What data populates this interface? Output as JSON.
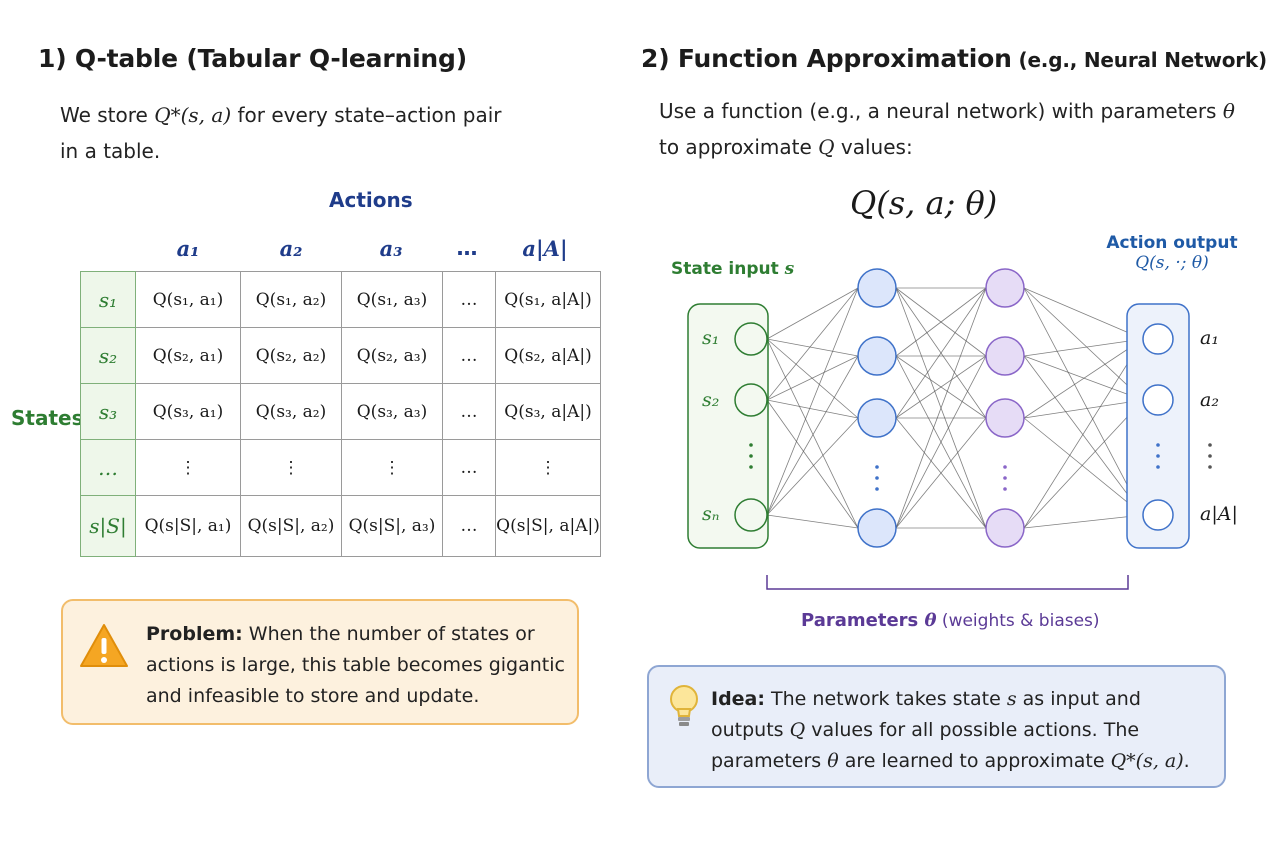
{
  "left": {
    "title": "1) Q-table (Tabular Q-learning)",
    "intro_pre": "We store ",
    "intro_math": "Q*(s, a)",
    "intro_post": " for every state–action pair",
    "intro_line2": "in a table.",
    "actions_title": "Actions",
    "states_label": "States",
    "action_headers": [
      "a₁",
      "a₂",
      "a₃",
      "…",
      "a|A|"
    ],
    "rows": [
      {
        "state": "s₁",
        "cells": [
          "Q(s₁, a₁)",
          "Q(s₁, a₂)",
          "Q(s₁, a₃)",
          "…",
          "Q(s₁, a|A|)"
        ]
      },
      {
        "state": "s₂",
        "cells": [
          "Q(s₂, a₁)",
          "Q(s₂, a₂)",
          "Q(s₂, a₃)",
          "…",
          "Q(s₂, a|A|)"
        ]
      },
      {
        "state": "s₃",
        "cells": [
          "Q(s₃, a₁)",
          "Q(s₃, a₂)",
          "Q(s₃, a₃)",
          "…",
          "Q(s₃, a|A|)"
        ]
      },
      {
        "state": "…",
        "cells": [
          "⋮",
          "⋮",
          "⋮",
          "…",
          "⋮"
        ]
      },
      {
        "state": "s|S|",
        "cells": [
          "Q(s|S|, a₁)",
          "Q(s|S|, a₂)",
          "Q(s|S|, a₃)",
          "…",
          "Q(s|S|, a|A|)"
        ]
      }
    ],
    "problem_label": "Problem:",
    "problem_text": " When the number of states or actions is large, this table becomes gigantic and infeasible to store and update.",
    "warning_icon": "warning-triangle-icon"
  },
  "right": {
    "title": "2) Function Approximation",
    "title_small": " (e.g., Neural Network)",
    "intro_line1_pre": "Use a function (e.g., a neural network) with parameters ",
    "intro_line1_math": "θ",
    "intro_line2_pre": "to approximate ",
    "intro_line2_math": "Q",
    "intro_line2_post": " values:",
    "formula": "Q(s, a; θ)",
    "state_input_label": "State input ",
    "state_input_math": "s",
    "action_output_label": "Action output",
    "action_output_math": "Q(s, ·; θ)",
    "input_labels": [
      "s₁",
      "s₂",
      "sₙ"
    ],
    "output_labels": [
      "a₁",
      "a₂",
      "a|A|"
    ],
    "params_label": "Parameters ",
    "params_math": "θ",
    "params_note": "  (weights & biases)",
    "idea_label": "Idea:",
    "idea_t1": " The network takes state ",
    "idea_m1": "s",
    "idea_t2": " as input and outputs ",
    "idea_m2": "Q",
    "idea_t3": " values for all possible actions. The parameters ",
    "idea_m3": "θ",
    "idea_t4": " are learned to approximate ",
    "idea_m4": "Q*(s, a)",
    "idea_t5": ".",
    "idea_icon": "lightbulb-icon",
    "colors": {
      "input": "#2e7d32",
      "hidden1": "#3f72c9",
      "hidden2": "#8a66c8",
      "output": "#3f72c9",
      "params": "#5b3a96"
    }
  }
}
